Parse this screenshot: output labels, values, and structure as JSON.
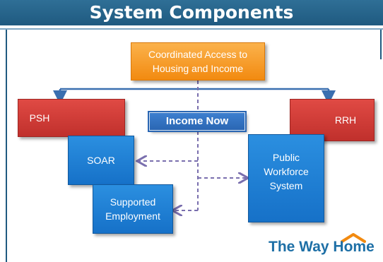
{
  "title": "System Components",
  "nodes": {
    "coordinated_access": "Coordinated Access to Housing and Income",
    "psh": "PSH",
    "rrh": "RRH",
    "income_now": "Income Now",
    "soar": "SOAR",
    "supported_employment": "Supported Employment",
    "public_workforce": "Public Workforce System"
  },
  "logo": {
    "text": "The Way Home",
    "color": "#1d6fa6",
    "roof_color": "#f28a10"
  },
  "colors": {
    "title_bar": "#1f5a80",
    "orange": "#f28a10",
    "red": "#c0302c",
    "blue": "#1671c8",
    "arrow": "#3a6fb0",
    "dashed": "#7a6fae"
  }
}
